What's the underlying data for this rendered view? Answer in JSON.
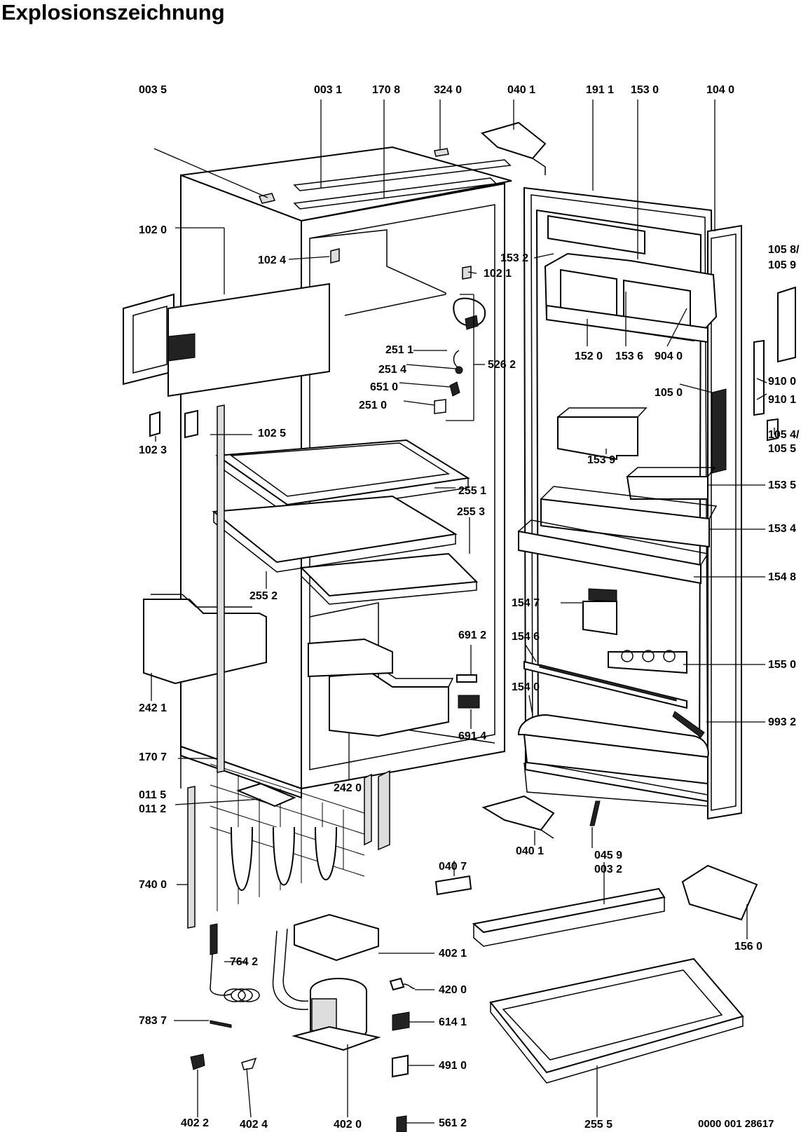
{
  "title": "Explosionszeichnung",
  "document_number": "0000 001 28617",
  "parts": [
    "003 5",
    "003 1",
    "170 8",
    "324 0",
    "040 1",
    "191 1",
    "153 0",
    "104 0",
    "102 0",
    "102 4",
    "102 1",
    "153 2",
    "105 8/",
    "105 9",
    "251 1",
    "251 4",
    "651 0",
    "251 0",
    "526 2",
    "152 0",
    "153 6",
    "904 0",
    "910 0",
    "910 1",
    "105 0",
    "102 3",
    "102 5",
    "105 4/",
    "105 5",
    "153 9",
    "153 5",
    "255 1",
    "255 3",
    "153 4",
    "255 2",
    "154 8",
    "154 7",
    "154 6",
    "691 2",
    "155 0",
    "154 0",
    "691 4",
    "993 2",
    "242 1",
    "170 7",
    "242 0",
    "011 5",
    "011 2",
    "045 9",
    "003 2",
    "040 7",
    "740 0",
    "402 1",
    "156 0",
    "764 2",
    "420 0",
    "783 7",
    "614 1",
    "491 0",
    "402 2",
    "402 4",
    "402 0",
    "561 2",
    "255 5"
  ]
}
